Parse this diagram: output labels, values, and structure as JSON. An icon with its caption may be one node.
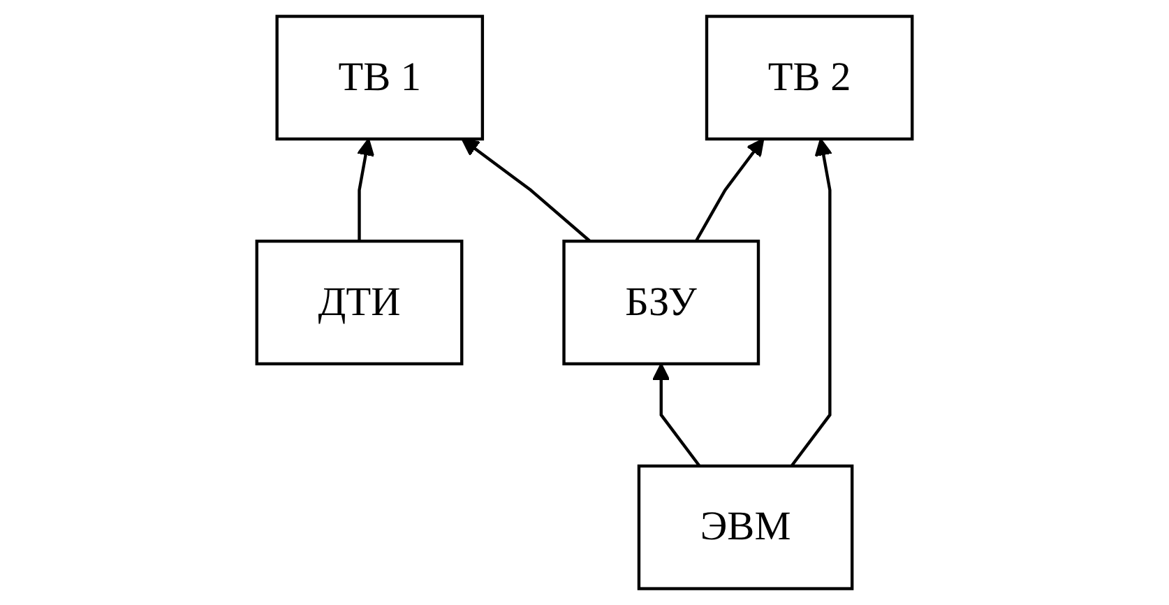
{
  "diagram": {
    "nodes": [
      {
        "text": [
          "ТВ 1"
        ]
      },
      {
        "text": [
          "ТВ 2"
        ]
      },
      {
        "text": [
          "ДТИ"
        ]
      },
      {
        "text": [
          "БЗУ"
        ]
      },
      {
        "text": [
          "ЭВМ"
        ]
      }
    ],
    "edges": [
      {
        "from": 2,
        "to": 0,
        "arrow": "to"
      },
      {
        "from": 3,
        "to": 0,
        "arrow": "to"
      },
      {
        "from": 3,
        "to": 1,
        "arrow": "to"
      },
      {
        "from": 4,
        "to": 1,
        "arrow": "to"
      },
      {
        "from": 4,
        "to": 3,
        "arrow": "to"
      }
    ]
  }
}
